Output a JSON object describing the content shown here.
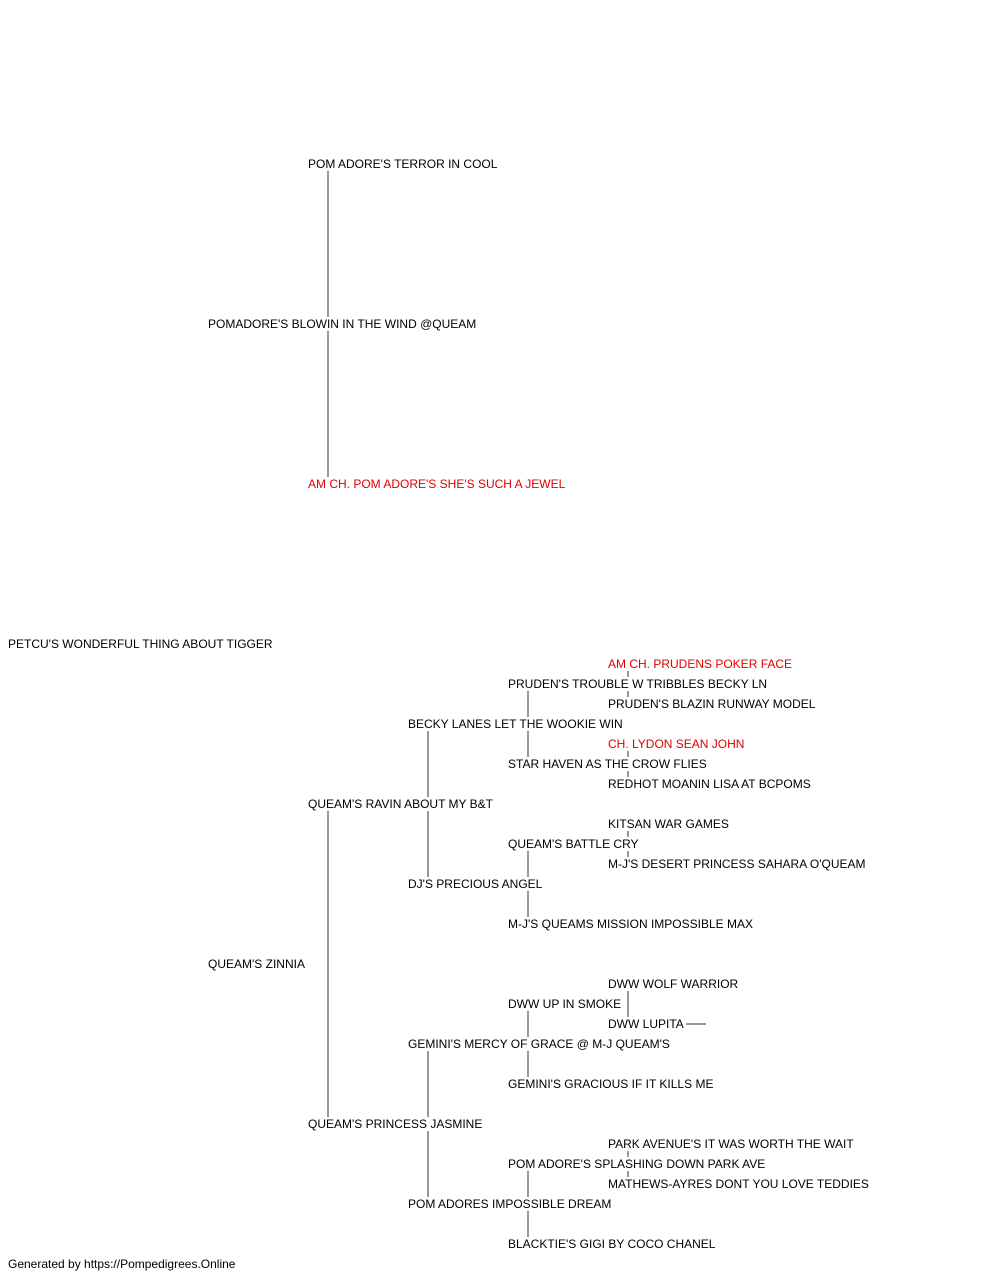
{
  "pedigree": {
    "subject": "PETCU'S WONDERFUL THING ABOUT TIGGER",
    "sire": {
      "name": "POMADORE'S BLOWIN IN THE WIND @QUEAM",
      "sire": {
        "name": "POM ADORE'S TERROR IN COOL"
      },
      "dam": {
        "name": "AM CH. POM ADORE'S SHE'S SUCH A JEWEL",
        "champion": true
      }
    },
    "dam": {
      "name": "QUEAM'S ZINNIA",
      "sire": {
        "name": "QUEAM'S RAVIN ABOUT MY B&T",
        "sire": {
          "name": "BECKY LANES LET THE WOOKIE WIN",
          "sire": {
            "name": "PRUDEN'S TROUBLE W TRIBBLES BECKY LN",
            "sire": {
              "name": "AM CH. PRUDENS POKER FACE",
              "champion": true
            },
            "dam": {
              "name": "PRUDEN'S BLAZIN RUNWAY MODEL"
            }
          },
          "dam": {
            "name": "STAR HAVEN AS THE CROW FLIES",
            "sire": {
              "name": "CH. LYDON SEAN JOHN",
              "champion": true
            },
            "dam": {
              "name": "REDHOT MOANIN LISA AT BCPOMS"
            }
          }
        },
        "dam": {
          "name": "DJ'S PRECIOUS ANGEL",
          "sire": {
            "name": "QUEAM'S BATTLE CRY",
            "sire": {
              "name": "KITSAN WAR GAMES"
            },
            "dam": {
              "name": "M-J'S DESERT PRINCESS SAHARA O'QUEAM"
            }
          },
          "dam": {
            "name": "M-J'S QUEAMS MISSION IMPOSSIBLE MAX"
          }
        }
      },
      "dam": {
        "name": "QUEAM'S PRINCESS JASMINE",
        "sire": {
          "name": "GEMINI'S MERCY OF GRACE @ M-J QUEAM'S",
          "sire": {
            "name": "DWW UP IN SMOKE",
            "sire": {
              "name": "DWW WOLF WARRIOR"
            },
            "dam": {
              "name": "DWW LUPITA"
            }
          },
          "dam": {
            "name": "GEMINI'S GRACIOUS IF IT KILLS ME"
          }
        },
        "dam": {
          "name": "POM ADORES IMPOSSIBLE DREAM",
          "sire": {
            "name": "POM ADORE'S SPLASHING DOWN PARK AVE",
            "sire": {
              "name": "PARK AVENUE'S IT WAS WORTH THE WAIT"
            },
            "dam": {
              "name": "MATHEWS-AYRES DONT YOU LOVE TEDDIES"
            }
          },
          "dam": {
            "name": "BLACKTIE'S GIGI BY COCO CHANEL"
          }
        }
      }
    }
  },
  "colors": {
    "champion": "#e00000",
    "text": "#000000",
    "connector": "#333333"
  },
  "footer": "Generated by https://Pompedigrees.Online"
}
